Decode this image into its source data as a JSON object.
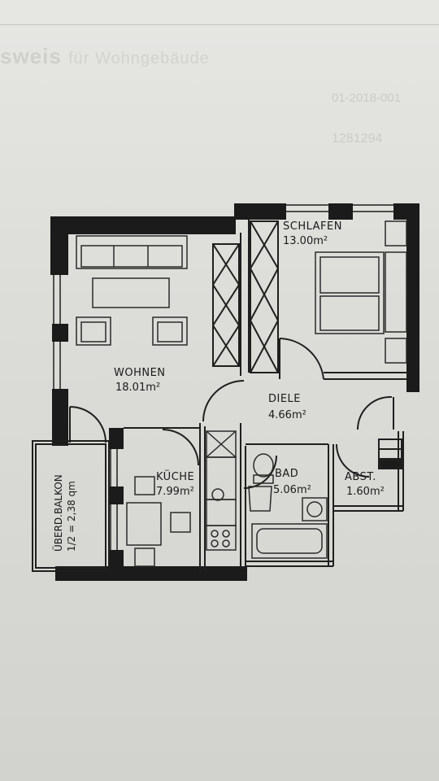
{
  "document": {
    "header_title_bold": "sweis",
    "header_title_light": "für Wohngebäude",
    "header_id": "01-2018-001",
    "header_number": "1281294"
  },
  "rooms": {
    "schlafen": {
      "name": "SCHLAFEN",
      "area": "13.00m²"
    },
    "wohnen": {
      "name": "WOHNEN",
      "area": "18.01m²"
    },
    "diele": {
      "name": "DIELE",
      "area": "4.66m²"
    },
    "kueche": {
      "name": "KÜCHE",
      "area": "7.99m²"
    },
    "bad": {
      "name": "BAD",
      "area": "5.06m²"
    },
    "abst": {
      "name": "ABST.",
      "area": "1.60m²"
    }
  },
  "balcony": {
    "line1": "ÜBERD.BALKON",
    "line2": "1/2 = 2,38 qm"
  },
  "colors": {
    "wall": "#1b1b1b",
    "line": "#2a2a2a",
    "paper": "#e2e2df"
  }
}
